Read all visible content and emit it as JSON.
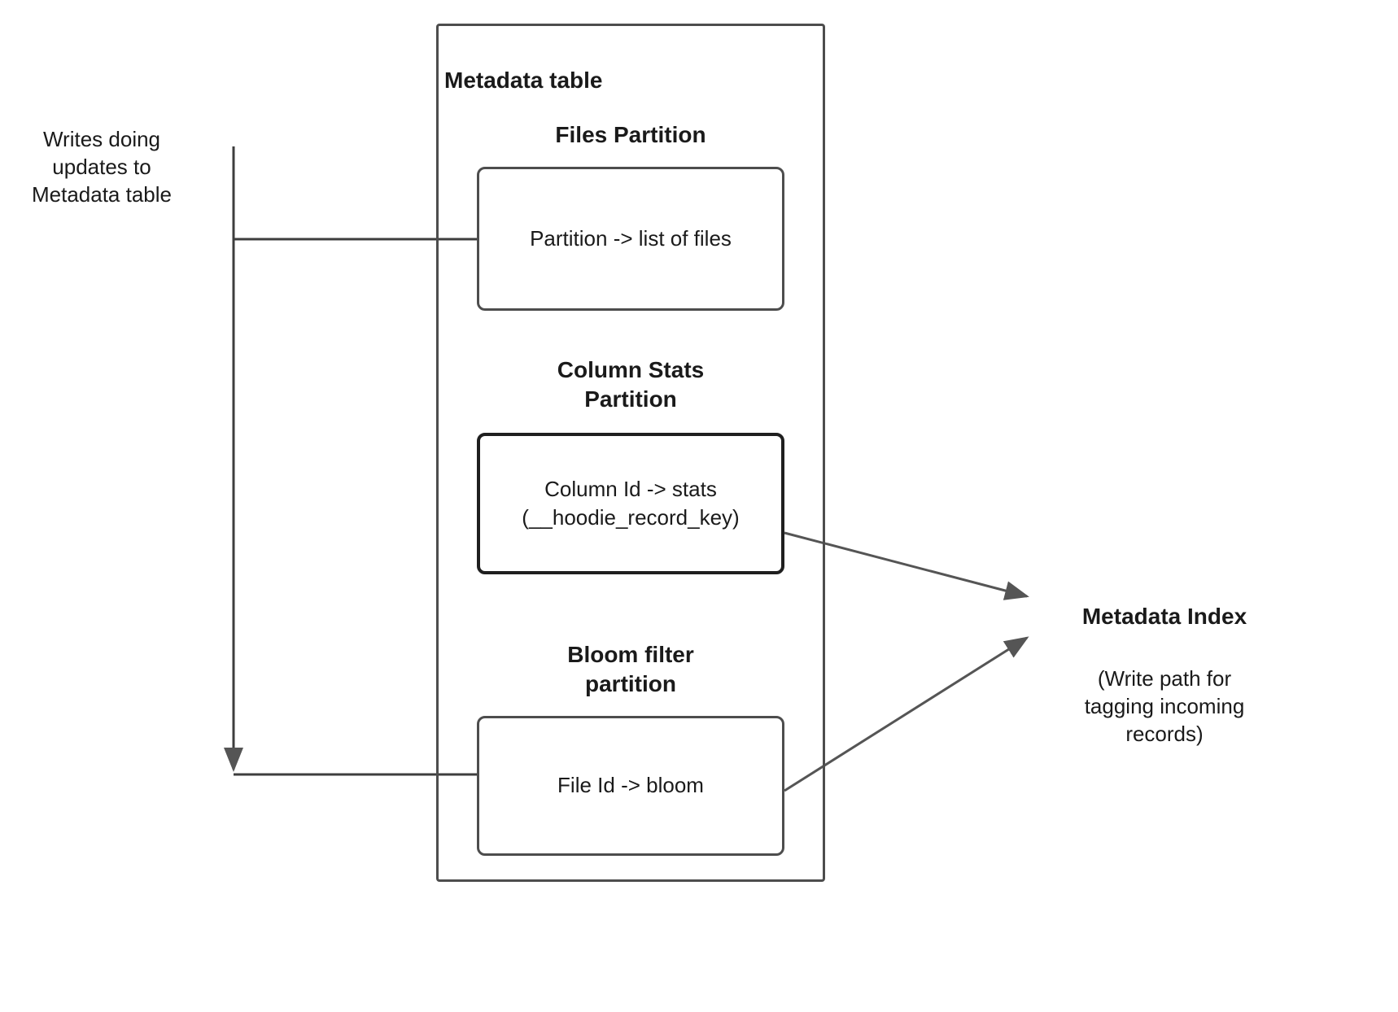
{
  "diagram": {
    "left_caption": "Writes doing\nupdates to\nMetadata table",
    "container_title": "Metadata table",
    "partitions": [
      {
        "heading": "Files Partition",
        "inner_text": "Partition -> list of files"
      },
      {
        "heading": "Column Stats\nPartition",
        "inner_text": "Column Id  -> stats\n(__hoodie_record_key)"
      },
      {
        "heading": "Bloom filter\npartition",
        "inner_text": "File Id -> bloom"
      }
    ],
    "right_label": {
      "title": "Metadata Index",
      "note": "(Write path for\ntagging incoming\nrecords)"
    },
    "colors": {
      "stroke": "#4d4d4d",
      "stroke_strong": "#1f1f1f",
      "connector": "#3d3d3d",
      "text": "#1a1a1a",
      "background": "#ffffff"
    }
  }
}
